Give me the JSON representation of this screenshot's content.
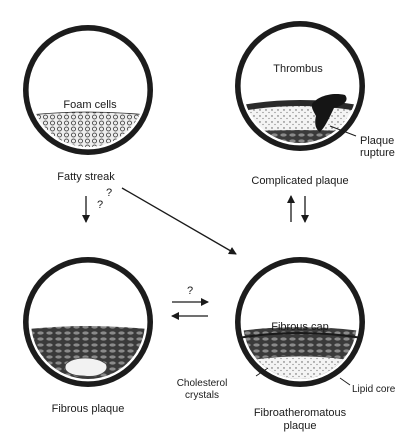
{
  "stages": {
    "fatty_streak": {
      "caption": "Fatty streak",
      "inner_label": "Foam cells"
    },
    "complicated_plaque": {
      "caption": "Complicated plaque",
      "thrombus_label": "Thrombus",
      "rupture_label_line1": "Plaque",
      "rupture_label_line2": "rupture"
    },
    "fibrous_plaque": {
      "caption": "Fibrous plaque"
    },
    "fibroatheromatous_plaque": {
      "caption_line1": "Fibroatheromatous",
      "caption_line2": "plaque",
      "cap_label": "Fibrous cap",
      "cholesterol_line1": "Cholesterol",
      "cholesterol_line2": "crystals",
      "lipid_label": "Lipid core"
    }
  },
  "arrows": {
    "down_question": "?",
    "diagonal_question": "?",
    "horizontal_question": "?"
  },
  "colors": {
    "wall": "#1c1c1c",
    "lumen": "#ffffff",
    "plaque_dark": "#2a2a2a",
    "plaque_light": "#e6e6e6"
  }
}
